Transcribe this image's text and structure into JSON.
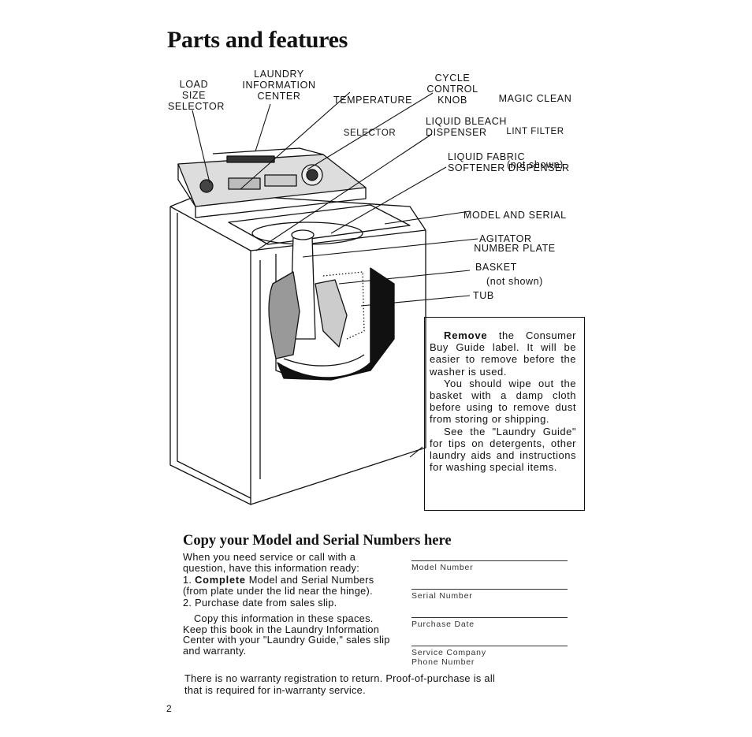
{
  "page": {
    "title": "Parts and features",
    "page_number": "2"
  },
  "labels": {
    "load_size_selector": "LOAD\nSIZE\nSELECTOR",
    "laundry_info_center": "LAUNDRY\nINFORMATION\nCENTER",
    "temperature_selector_1": "TEMPERATURE",
    "temperature_selector_2": "SELECTOR",
    "cycle_control_knob": "CYCLE\nCONTROL\nKNOB",
    "magic_clean_1": "MAGIC CLEAN",
    "magic_clean_2": "LINT FILTER",
    "magic_clean_3": "(not shown)",
    "liquid_bleach": "LIQUID BLEACH\nDISPENSER",
    "liquid_fabric": "LIQUID FABRIC\nSOFTENER DISPENSER",
    "model_serial_1": "MODEL AND SERIAL",
    "model_serial_2": "NUMBER PLATE",
    "model_serial_3": "(not shown)",
    "agitator": "AGITATOR",
    "basket": "BASKET",
    "tub": "TUB"
  },
  "note": {
    "p1_bold": "Remove",
    "p1_rest": " the Consumer Buy Guide label. It will be easier to remove before the washer is used.",
    "p2": "You should wipe out the basket with a damp cloth before using to remove dust from storing or shipping.",
    "p3": "See the \"Laundry Guide\" for tips on detergents, other laundry aids and in­structions for washing spe­cial items."
  },
  "copy_section": {
    "heading": "Copy your Model and Serial Numbers here",
    "intro": "When you need service or call with a question, have this information ready:",
    "step1_bold": "Complete",
    "step1_num": "1.",
    "step1_rest": " Model and Serial Num­bers (from plate under the lid near the hinge).",
    "step2": "2. Purchase date from sales slip.",
    "copy_info": "Copy this information in these spaces. Keep this book in the Laundry Informa­tion Center with your \"Laundry Guide,\" sales slip and warranty.",
    "fields": [
      "Model Number",
      "Serial Number",
      "Purchase Date",
      "Service Company\nPhone Number"
    ]
  },
  "footer": {
    "line1": "There is no warranty registration to return. Proof-of-purchase is all",
    "line2": "that is required for in-warranty service."
  }
}
